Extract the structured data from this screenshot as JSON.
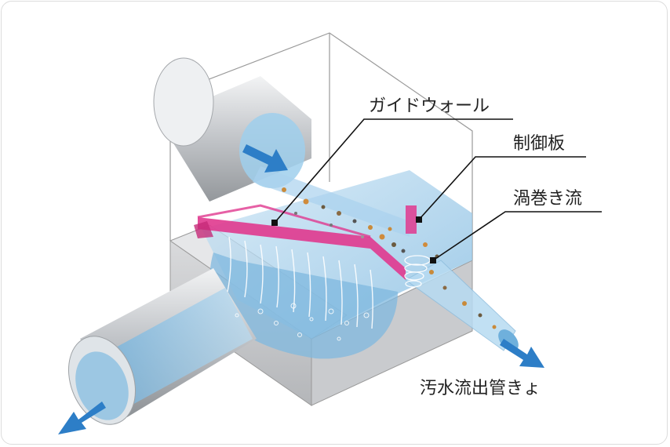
{
  "labels": {
    "guide_wall": "ガイドウォール",
    "control_plate": "制御板",
    "vortex_flow": "渦巻き流",
    "outlet_pipe": "汚水流出管きょ"
  },
  "colors": {
    "water": "#8fc4e6",
    "water_dark": "#4f9fd2",
    "guide_wall": "#e0388e",
    "arrow": "#2d7ec7",
    "pipe": "#c8cbcf",
    "box_edge": "#8a8a8a"
  }
}
